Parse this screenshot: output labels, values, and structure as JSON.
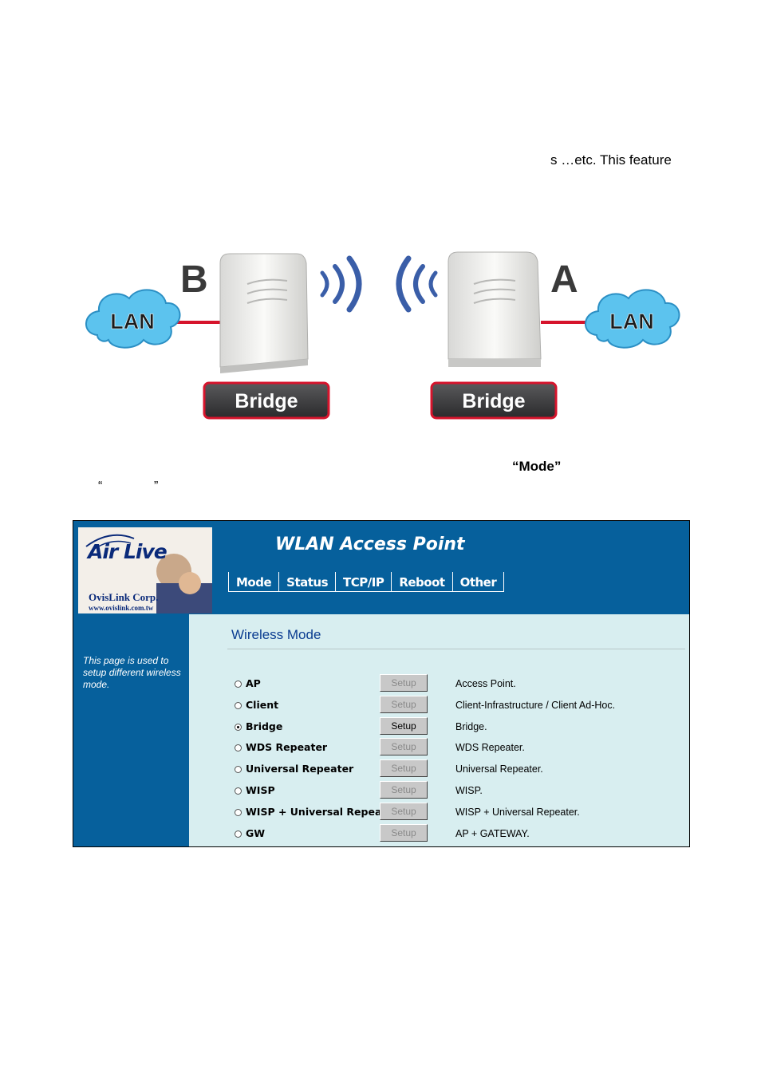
{
  "document": {
    "text_fragment": "s …etc. This feature",
    "mode_quote": "“Mode”",
    "open_quote": "“",
    "close_quote": "”"
  },
  "diagram": {
    "left_letter": "B",
    "right_letter": "A",
    "left_cloud": "LAN",
    "right_cloud": "LAN",
    "left_device_label": "Bridge",
    "right_device_label": "Bridge",
    "colors": {
      "label_bg": "#3a3a3c",
      "label_border": "#d6142c",
      "link": "#d6142c",
      "cloud": "#5cc3ee",
      "wave": "#3a5ea8"
    }
  },
  "ui": {
    "logo": {
      "brand": "Air Live",
      "company": "OvisLink Corp.",
      "url": "www.ovislink.com.tw"
    },
    "title": "WLAN Access Point",
    "nav": [
      "Mode",
      "Status",
      "TCP/IP",
      "Reboot",
      "Other"
    ],
    "sidebar_help": "This page is used to setup different wireless mode.",
    "section_title": "Wireless Mode",
    "setup_label": "Setup",
    "modes": [
      {
        "label": "AP",
        "description": "Access Point.",
        "selected": false
      },
      {
        "label": "Client",
        "description": "Client-Infrastructure / Client Ad-Hoc.",
        "selected": false
      },
      {
        "label": "Bridge",
        "description": "Bridge.",
        "selected": true
      },
      {
        "label": "WDS Repeater",
        "description": "WDS Repeater.",
        "selected": false
      },
      {
        "label": "Universal Repeater",
        "description": "Universal Repeater.",
        "selected": false
      },
      {
        "label": "WISP",
        "description": "WISP.",
        "selected": false
      },
      {
        "label": "WISP + Universal Repeater",
        "description": "WISP + Universal Repeater.",
        "selected": false
      },
      {
        "label": "GW",
        "description": "AP + GATEWAY.",
        "selected": false
      }
    ],
    "colors": {
      "header": "#06609c",
      "content": "#d8eef0",
      "title": "#0b3d91"
    }
  }
}
